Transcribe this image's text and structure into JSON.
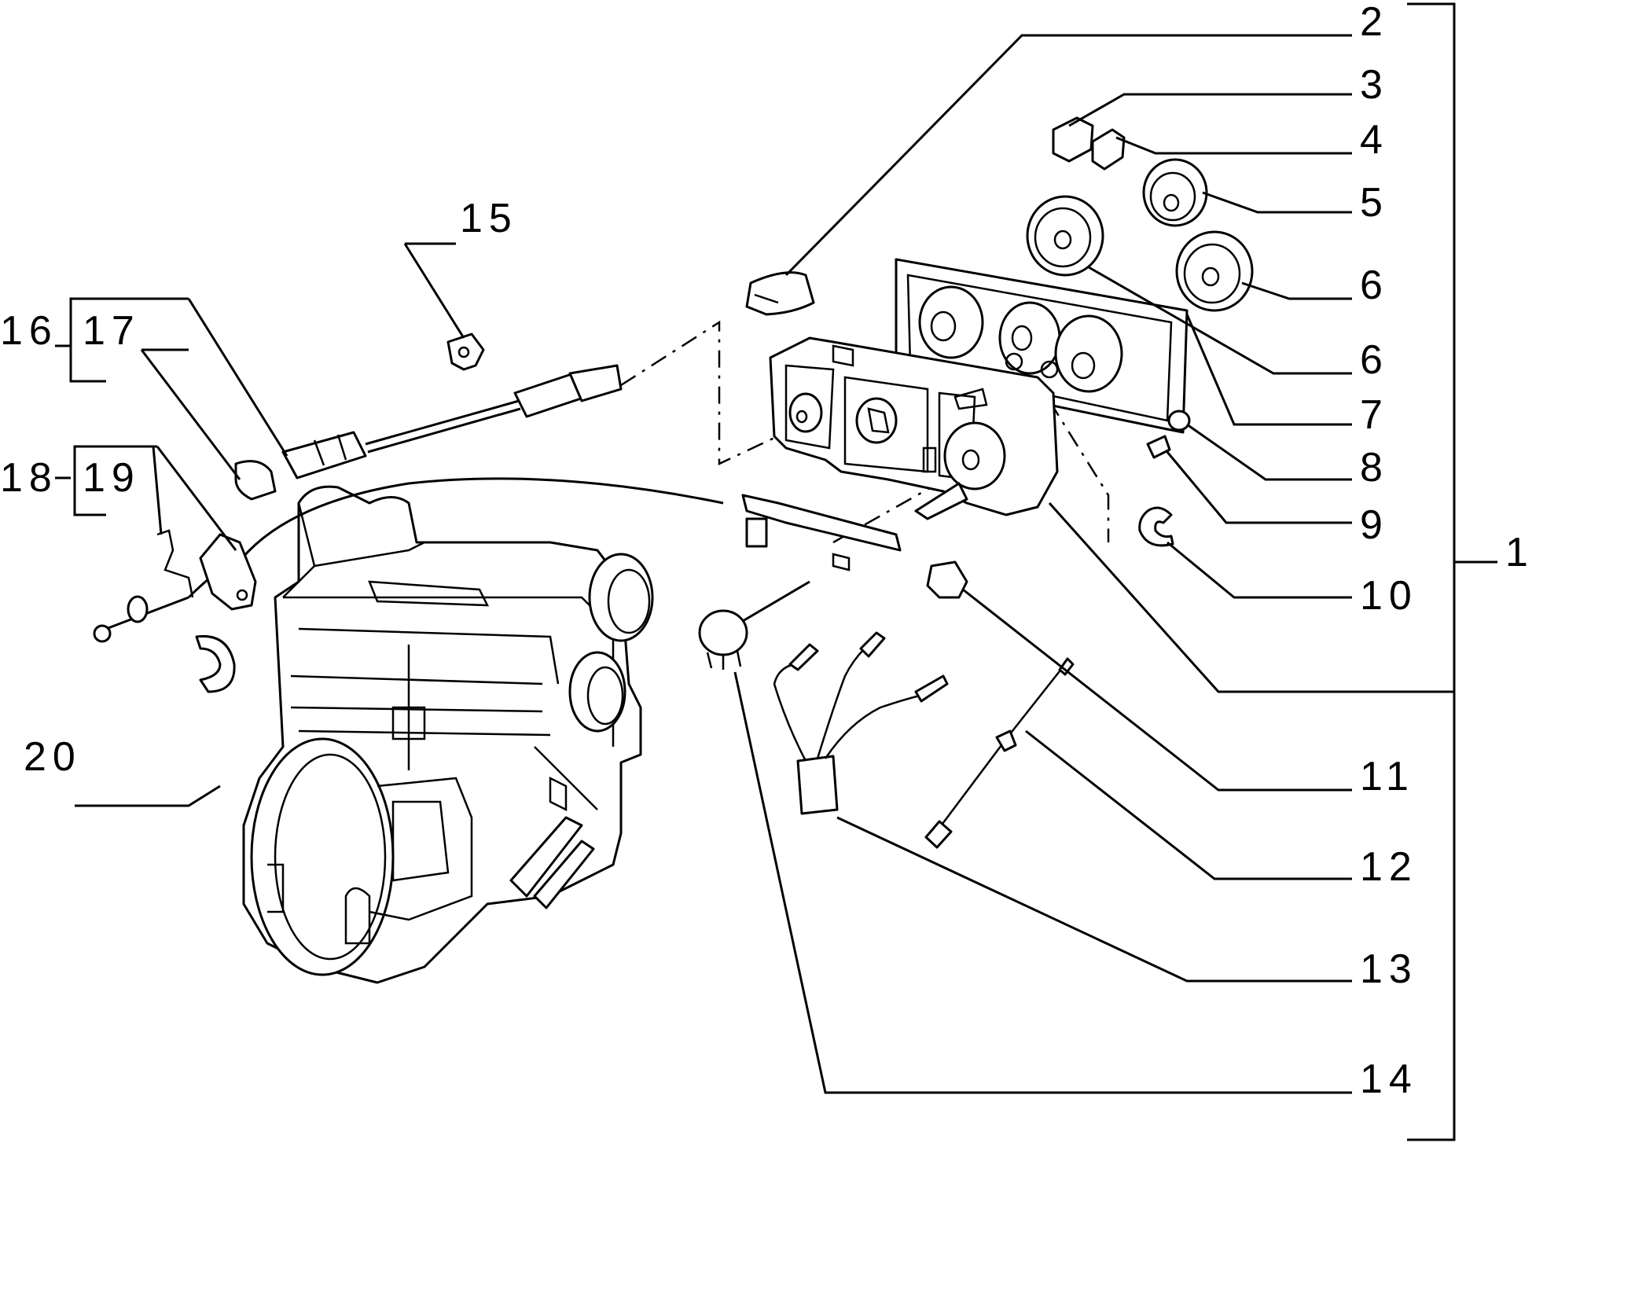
{
  "labels": {
    "l1": "1",
    "l2": "2",
    "l3": "3",
    "l4": "4",
    "l5": "5",
    "l6a": "6",
    "l6b": "6",
    "l7": "7",
    "l8": "8",
    "l9": "9",
    "l10": "10",
    "l11": "11",
    "l12": "12",
    "l13": "13",
    "l14": "14",
    "l15": "15",
    "l16": "16",
    "l17": "17",
    "l18": "18",
    "l19": "19",
    "l20": "20"
  },
  "colors": {
    "ink": "#000000",
    "paper": "#ffffff"
  }
}
